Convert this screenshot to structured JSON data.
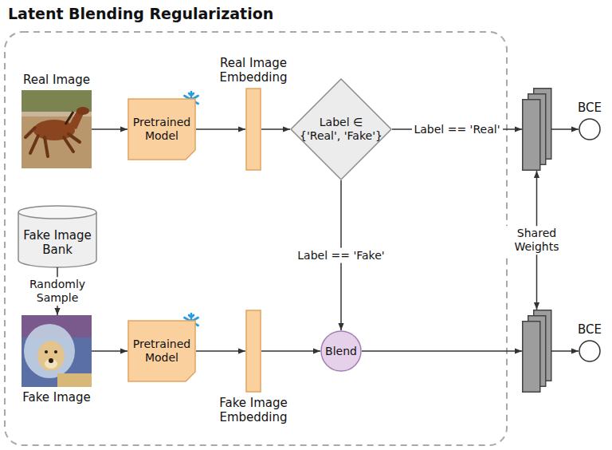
{
  "diagram": {
    "title": "Latent Blending Regularization",
    "nodes": [
      {
        "text": [
          "Real Image"
        ]
      },
      {
        "text": [
          "Pretrained Model"
        ]
      },
      {
        "text": [
          "Real Image Embedding"
        ]
      },
      {
        "text": [
          "Label ∈ {'Real', 'Fake'}"
        ]
      },
      {
        "text": []
      },
      {
        "text": [
          "BCE"
        ]
      },
      {
        "text": [
          "Fake Image Bank"
        ]
      },
      {
        "text": [
          "Fake Image"
        ]
      },
      {
        "text": [
          "Pretrained Model"
        ]
      },
      {
        "text": [
          "Fake Image Embedding"
        ]
      },
      {
        "text": [
          "Blend"
        ]
      },
      {
        "text": []
      },
      {
        "text": [
          "BCE"
        ]
      }
    ],
    "edges": [
      {
        "from": 0,
        "to": 1,
        "arrow": "to"
      },
      {
        "from": 1,
        "to": 2,
        "arrow": "to"
      },
      {
        "from": 2,
        "to": 3,
        "arrow": "to"
      },
      {
        "from": 3,
        "to": 4,
        "label": "Label == 'Real'",
        "arrow": "to"
      },
      {
        "from": 4,
        "to": 5,
        "arrow": "to"
      },
      {
        "from": 6,
        "to": 7,
        "label": "Randomly Sample",
        "arrow": "to"
      },
      {
        "from": 7,
        "to": 8,
        "arrow": "to"
      },
      {
        "from": 8,
        "to": 9,
        "arrow": "to"
      },
      {
        "from": 9,
        "to": 10,
        "arrow": "to"
      },
      {
        "from": 3,
        "to": 10,
        "label": "Label == 'Fake'",
        "arrow": "to"
      },
      {
        "from": 10,
        "to": 11,
        "arrow": "to"
      },
      {
        "from": 11,
        "to": 12,
        "arrow": "to"
      },
      {
        "from": 4,
        "to": 11,
        "label": "Shared Weights",
        "arrow": "both"
      }
    ]
  }
}
